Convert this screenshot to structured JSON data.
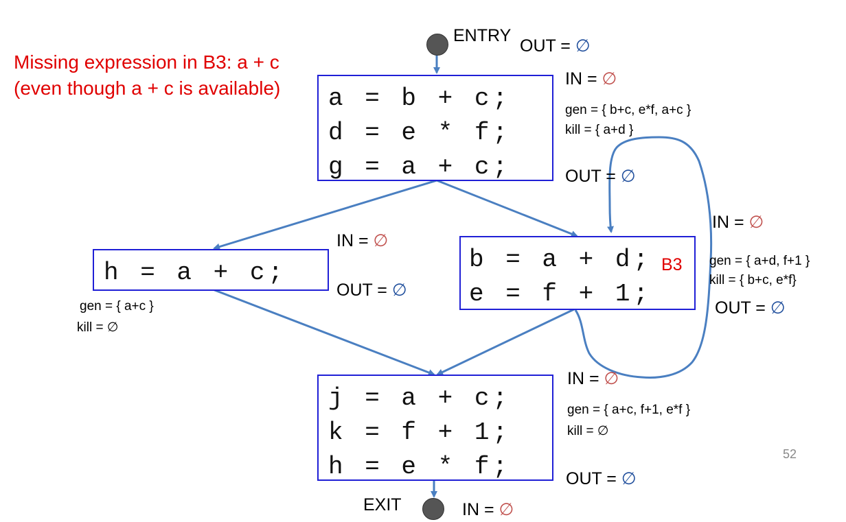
{
  "note": {
    "line1": "Missing expression in B3: a + c",
    "line2": "(even though a + c is available)"
  },
  "entry": {
    "label": "ENTRY",
    "out_label": "OUT =",
    "out_value": "∅"
  },
  "exit": {
    "label": "EXIT",
    "in_label": "IN =",
    "in_value": "∅"
  },
  "blocks": [
    {
      "id": "B1",
      "lines": [
        "a = b + c;",
        "d = e * f;",
        "g = a + c;"
      ],
      "in_label": "IN =",
      "in_value": "∅",
      "gen": "gen = { b+c, e*f, a+c }",
      "kill": "kill =  { a+d }",
      "out_label": "OUT =",
      "out_value": "∅"
    },
    {
      "id": "B2",
      "lines": [
        "h = a + c;"
      ],
      "in_label": "IN =",
      "in_value": "∅",
      "gen": "gen = { a+c }",
      "kill": "kill = ∅",
      "out_label": "OUT =",
      "out_value": "∅"
    },
    {
      "id": "B3",
      "name": "B3",
      "lines": [
        "b = a + d;",
        "e = f + 1;"
      ],
      "in_label": "IN =",
      "in_value": "∅",
      "gen": "gen = { a+d, f+1 }",
      "kill": "kill =  { b+c, e*f}",
      "out_label": "OUT =",
      "out_value": "∅"
    },
    {
      "id": "B4",
      "lines": [
        "j = a + c;",
        "k = f + 1;",
        "h = e * f;"
      ],
      "in_label": "IN =",
      "in_value": "∅",
      "gen": "gen = { a+c, f+1, e*f }",
      "kill": "kill = ∅",
      "out_label": "OUT =",
      "out_value": "∅"
    }
  ],
  "page_number": "52",
  "colors": {
    "box_border": "#1f1fd6",
    "edge": "#4a7fc1",
    "note_red": "#e00000",
    "in_empty": "#c0504d",
    "out_empty": "#1f4e9c"
  }
}
